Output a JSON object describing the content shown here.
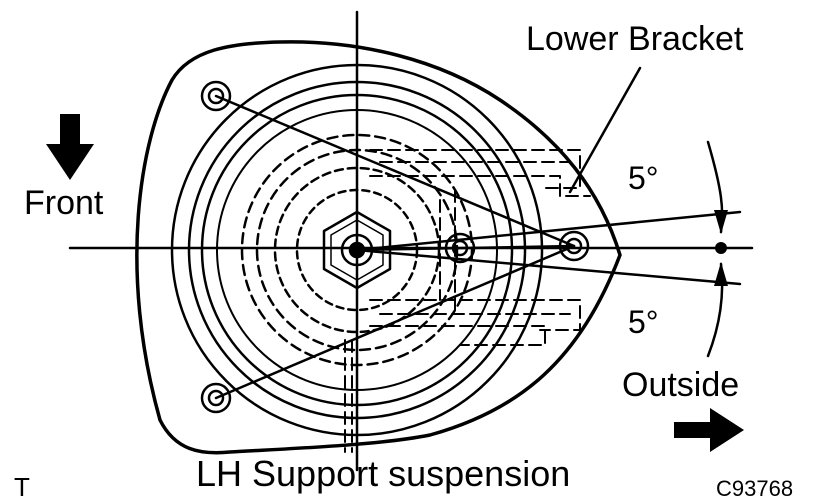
{
  "labels": {
    "lower_bracket": "Lower Bracket",
    "front": "Front",
    "angle_top": "5°",
    "angle_bottom": "5°",
    "outside": "Outside",
    "title": "LH Support suspension",
    "corner_mark": "T",
    "figure_code": "C93768"
  },
  "colors": {
    "ink": "#000000",
    "paper": "#ffffff"
  }
}
